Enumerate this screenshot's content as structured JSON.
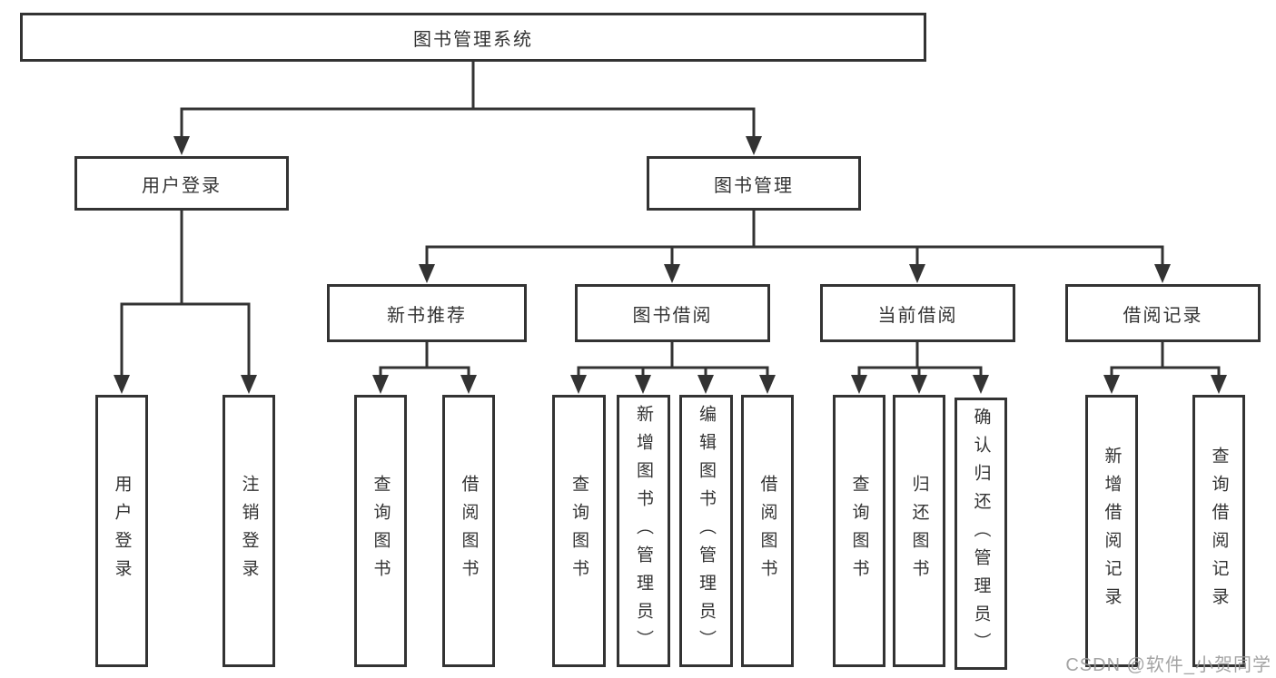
{
  "tree": {
    "root": {
      "label": "图书管理系统",
      "children": [
        {
          "label": "用户登录",
          "children": [
            {
              "label": "用户登录"
            },
            {
              "label": "注销登录"
            }
          ]
        },
        {
          "label": "图书管理",
          "children": [
            {
              "label": "新书推荐",
              "children": [
                {
                  "label": "查询图书"
                },
                {
                  "label": "借阅图书"
                }
              ]
            },
            {
              "label": "图书借阅",
              "children": [
                {
                  "label": "查询图书"
                },
                {
                  "label": "新增图书（管理员）"
                },
                {
                  "label": "编辑图书（管理员）"
                },
                {
                  "label": "借阅图书"
                }
              ]
            },
            {
              "label": "当前借阅",
              "children": [
                {
                  "label": "查询图书"
                },
                {
                  "label": "归还图书"
                },
                {
                  "label": "确认归还（管理员）"
                }
              ]
            },
            {
              "label": "借阅记录",
              "children": [
                {
                  "label": "新增借阅记录"
                },
                {
                  "label": "查询借阅记录"
                }
              ]
            }
          ]
        }
      ]
    }
  },
  "watermark": {
    "text": "CSDN @软件_小贺同学"
  },
  "colors": {
    "line": "#333333",
    "box_border": "#333333",
    "box_background": "#ffffff",
    "text": "#333333",
    "watermark": "#9b9b9b"
  }
}
